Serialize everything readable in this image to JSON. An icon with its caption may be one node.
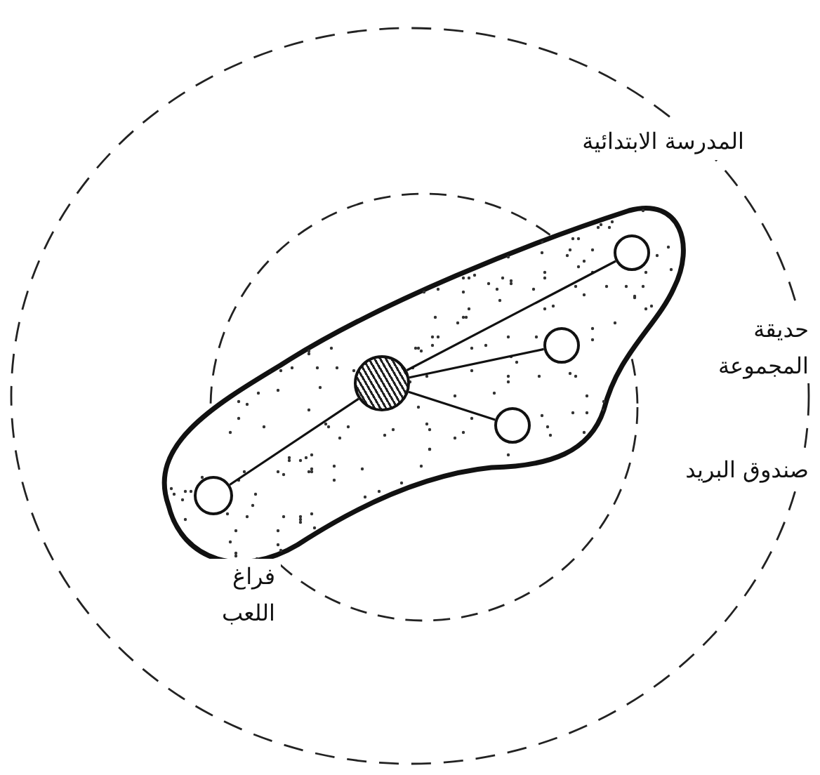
{
  "diagram": {
    "nodes": [
      {
        "text": [],
        "shape": "circle"
      },
      {
        "text": [],
        "shape": "circle"
      },
      {
        "text": [],
        "shape": "circle"
      },
      {
        "text": [],
        "shape": "circle"
      },
      {
        "text": [],
        "shape": "circle"
      }
    ],
    "edges": [
      {
        "from": 0,
        "to": 1,
        "arrow": "none"
      },
      {
        "from": 0,
        "to": 2,
        "arrow": "none"
      },
      {
        "from": 0,
        "to": 3,
        "arrow": "none"
      },
      {
        "from": 0,
        "to": 4,
        "arrow": "none"
      }
    ],
    "labels": [
      "المدرسة الابتدائية",
      "حديقة المجموعة",
      "صندوق البريد",
      "فراغ اللعب"
    ]
  }
}
